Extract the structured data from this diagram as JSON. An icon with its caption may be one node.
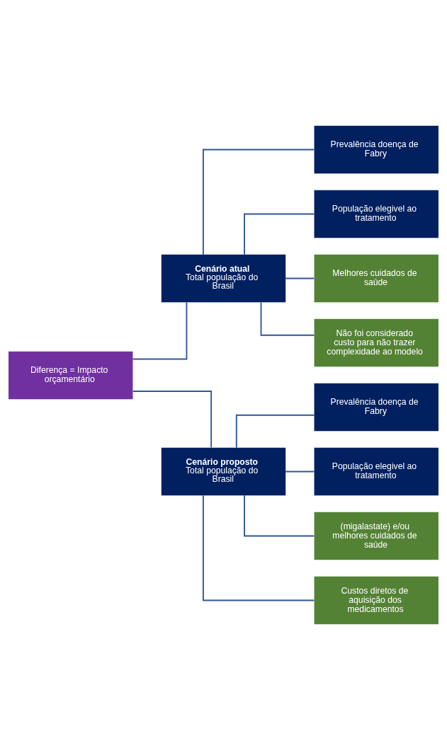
{
  "diagram": {
    "nodes": [
      {
        "text": [
          "Diferença = Impacto orçamentário"
        ]
      },
      {
        "text": [
          "Cenário atual",
          "Total população do Brasil"
        ]
      },
      {
        "text": [
          "Cenário proposto",
          "Total população do Brasil"
        ]
      },
      {
        "text": [
          "Prevalência doença de Fabry"
        ]
      },
      {
        "text": [
          "População elegivel ao tratamento"
        ]
      },
      {
        "text": [
          "Melhores cuidados de saúde"
        ]
      },
      {
        "text": [
          "Não foi considerado custo para não trazer complexidade ao modelo"
        ]
      },
      {
        "text": [
          "Prevalência doença de Fabry"
        ]
      },
      {
        "text": [
          "População elegivel ao tratamento"
        ]
      },
      {
        "text": [
          "(migalastate) e/ou melhores cuidados de saúde"
        ]
      },
      {
        "text": [
          "Custos diretos de aquisição dos medicamentos"
        ]
      }
    ],
    "edges": [
      {
        "from": 0,
        "to": 1,
        "arrow": "none"
      },
      {
        "from": 0,
        "to": 2,
        "arrow": "none"
      },
      {
        "from": 1,
        "to": 3,
        "arrow": "none"
      },
      {
        "from": 1,
        "to": 4,
        "arrow": "none"
      },
      {
        "from": 1,
        "to": 5,
        "arrow": "none"
      },
      {
        "from": 1,
        "to": 6,
        "arrow": "none"
      },
      {
        "from": 2,
        "to": 7,
        "arrow": "none"
      },
      {
        "from": 2,
        "to": 8,
        "arrow": "none"
      },
      {
        "from": 2,
        "to": 9,
        "arrow": "none"
      },
      {
        "from": 2,
        "to": 10,
        "arrow": "none"
      }
    ]
  }
}
